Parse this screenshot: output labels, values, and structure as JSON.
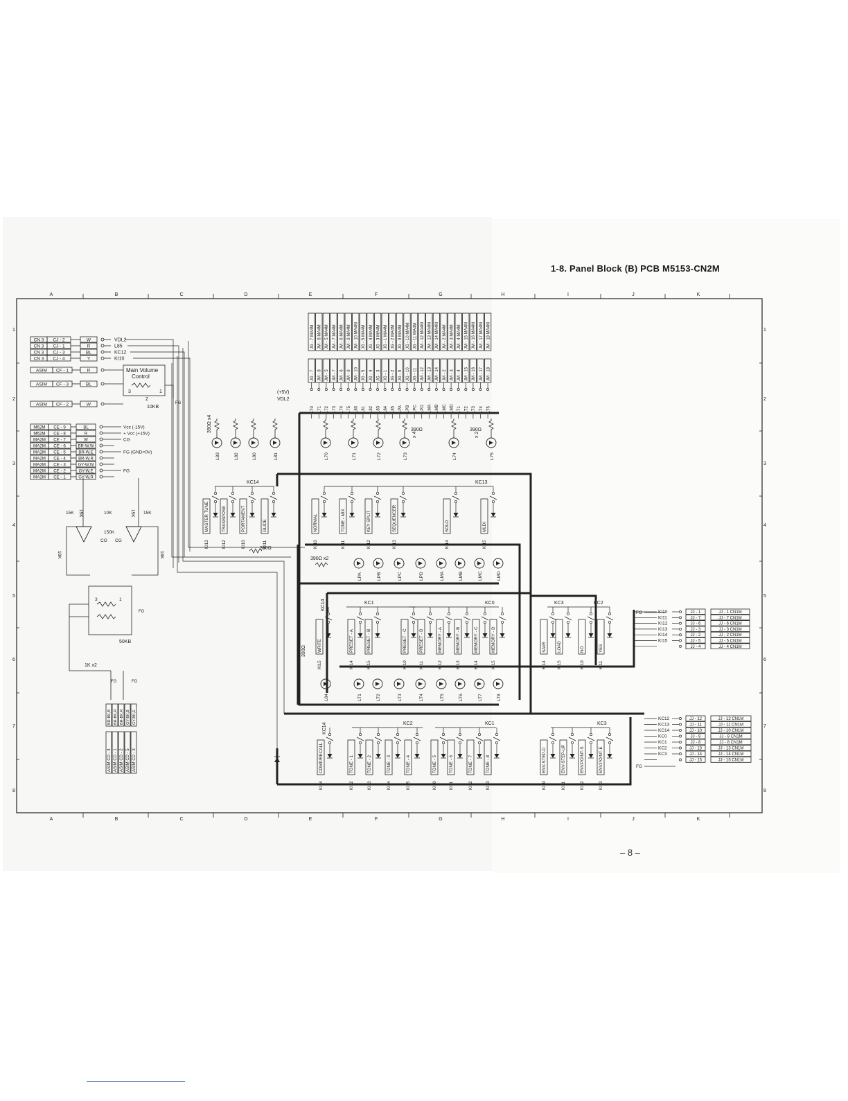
{
  "title": "1-8. Panel Block (B) PCB M5153-CN2M",
  "page_number": "– 8 –",
  "column_labels": [
    "A",
    "B",
    "C",
    "D",
    "E",
    "F",
    "G",
    "H",
    "I",
    "J",
    "K"
  ],
  "row_labels": [
    "1",
    "2",
    "3",
    "4",
    "5",
    "6",
    "7",
    "8"
  ],
  "left_connectors": [
    {
      "conn": "CN 3",
      "pin": "CJ - 2",
      "wire": "W",
      "net": "VDL2"
    },
    {
      "conn": "CN 3",
      "pin": "CJ - 1",
      "wire": "R",
      "net": "L85"
    },
    {
      "conn": "CN 3",
      "pin": "CJ - 3",
      "wire": "BL",
      "net": "KC12"
    },
    {
      "conn": "CN 3",
      "pin": "CJ - 4",
      "wire": "Y",
      "net": "KI10"
    }
  ],
  "volume_connectors": [
    {
      "conn": "ASIM",
      "pin": "CF - 1",
      "wire": "R"
    },
    {
      "conn": "ASIM",
      "pin": "CF - 3",
      "wire": "BL"
    },
    {
      "conn": "ASIM",
      "pin": "CF - 2",
      "wire": "W"
    }
  ],
  "main_volume": {
    "label_1": "Main Volume",
    "label_2": "Control",
    "value": "10KB",
    "fg": "FG"
  },
  "power_connectors": [
    {
      "conn": "M62M",
      "pin": "CE - 9",
      "wire": "BL",
      "net": "Vcc (-15V)"
    },
    {
      "conn": "M62M",
      "pin": "CE - 8",
      "wire": "R",
      "net": "+ Vcc (+15V)"
    },
    {
      "conn": "MA2M",
      "pin": "CE - 7",
      "wire": "W",
      "net": "CG"
    },
    {
      "conn": "MA2M",
      "pin": "CE - 6",
      "wire": "BR-W,W",
      "net": ""
    },
    {
      "conn": "MA2M",
      "pin": "CE - 5",
      "wire": "BR-W,E",
      "net": "FG (GND=0V)"
    },
    {
      "conn": "MA2M",
      "pin": "CE - 4",
      "wire": "BR-W,R",
      "net": ""
    },
    {
      "conn": "MA2M",
      "pin": "CE - 3",
      "wire": "GY-W,W",
      "net": ""
    },
    {
      "conn": "MA2M",
      "pin": "CE - 2",
      "wire": "GY-W,E",
      "net": "FG"
    },
    {
      "conn": "MA2M",
      "pin": "CE - 1",
      "wire": "GY-W,R",
      "net": ""
    }
  ],
  "amp_section": {
    "r1": "15K",
    "r2": "15K",
    "r3": "10K",
    "r4": "15K",
    "r5": "15K",
    "r6": "150K",
    "r7": "18K",
    "r8": "18K",
    "cg": "CG",
    "pot": "50KB",
    "r_out": "1K x2",
    "fg": "FG"
  },
  "bottom_left_connectors": [
    "ASIM CD - 4",
    "ASIM CD - 1",
    "ASIM CD - 2",
    "ASIM CD - 5",
    "ASIM CD - 3"
  ],
  "bottom_left_wires": [
    "BR-BK,B",
    "BR-BK,R",
    "BR-BK,R",
    "GY-BK,B",
    "GY-BK,E"
  ],
  "top_connectors_a": [
    "JG - 7 MA4M",
    "JM - 8 MA4M",
    "JM - 5 MA4M",
    "JM - 7 MA4M",
    "JM - 6 MA4M",
    "JM - 9 MA4M",
    "JM - 10 MA4M",
    "JG - 5 MA4M",
    "JG - 4 MA4M",
    "JG - 3 MA4M",
    "JG - 1 MA4M",
    "JG - 2 MA4M",
    "JG - 9 MA4M",
    "JG - 10 MA4M",
    "JG - 11 MA4M",
    "JM - 12 MA4M",
    "JM - 13 MA4M",
    "JM - 14 MA4M",
    "JM - 2 MA4M",
    "JM - 3 MA4M",
    "JM - 4 MA4M",
    "JM - 15 MA4M",
    "JM - 16 MA4M",
    "JM - 17 MA4M",
    "JM - 18 MA4M"
  ],
  "top_nets": [
    "LT0",
    "L71",
    "L72",
    "L73",
    "L74",
    "L75",
    "L80",
    "L81",
    "L82",
    "L83",
    "L84",
    "L85",
    "LPA",
    "LPB",
    "LPC",
    "LPD",
    "LMA",
    "LMB",
    "LMC",
    "LMD",
    "LT1",
    "LT2",
    "LT3",
    "LT4",
    "LT5"
  ],
  "supply": {
    "label": "(+5V)",
    "net": "VDL2"
  },
  "resistor_labels": [
    "390Ω x4",
    "390Ω x4",
    "390Ω x2",
    "390Ω",
    "390Ω x2",
    "390Ω"
  ],
  "led_row_1": [
    "L83",
    "L82",
    "L80",
    "L81",
    "L70",
    "L71",
    "L72",
    "L73",
    "L74",
    "L75"
  ],
  "switch_row_1_left": {
    "kc": "KC14",
    "keys": [
      {
        "name": "MASTER TUNE",
        "ki": "KI13"
      },
      {
        "name": "TRANSPOSE",
        "ki": "KI12"
      },
      {
        "name": "PORTAMENT",
        "ki": "KI10"
      },
      {
        "name": "GLIDE",
        "ki": "KI11"
      }
    ]
  },
  "switch_row_1_right": {
    "kc": "KC13",
    "keys": [
      {
        "name": "NORMAL",
        "ki": "KI10"
      },
      {
        "name": "TONE - MIX",
        "ki": "KI11"
      },
      {
        "name": "KEY SPLIT",
        "ki": "KI12"
      },
      {
        "name": "SEQUENCER",
        "ki": "KI13"
      },
      {
        "name": "SOLO",
        "ki": "KI14"
      },
      {
        "name": "MLDI",
        "ki": "KI15"
      }
    ]
  },
  "led_row_2": [
    "LPA",
    "LPB",
    "LPC",
    "LPD",
    "LMA",
    "LMB",
    "LMC",
    "LMD"
  ],
  "switch_row_2": {
    "kc_left": "KC14",
    "kc_1": "KC1",
    "kc_0": "KC0",
    "keys": [
      {
        "name": "WRITE",
        "ki": "KI15"
      },
      {
        "name": "PRESET - A",
        "ki": "KI14"
      },
      {
        "name": "PRESET - B",
        "ki": "KI15"
      },
      {
        "name": "PRESET - C",
        "ki": "KI10"
      },
      {
        "name": "PRESET - D",
        "ki": "KI11"
      },
      {
        "name": "MEMORY - A",
        "ki": "KI12"
      },
      {
        "name": "MEMORY - B",
        "ki": "KI13"
      },
      {
        "name": "MEMORY - C",
        "ki": "KI14"
      },
      {
        "name": "MEMORY - D",
        "ki": "KI15"
      }
    ]
  },
  "switch_row_2_right": {
    "kc_3": "KC3",
    "kc_2": "KC2",
    "keys": [
      {
        "name": "SAVE",
        "ki": "KI14"
      },
      {
        "name": "LOAD",
        "ki": "KI15"
      },
      {
        "name": "NO",
        "ki": "KI10"
      },
      {
        "name": "YES",
        "ki": "KI11"
      }
    ]
  },
  "led_row_3": [
    "L84",
    "LT1",
    "LT2",
    "LT3",
    "LT4",
    "LT5",
    "LT6",
    "LT7",
    "LT8"
  ],
  "switch_row_3": {
    "kc_left": "KC14",
    "kc_2": "KC2",
    "kc_1": "KC1",
    "keys": [
      {
        "name": "COMP/RECALL",
        "ki": "KI14"
      },
      {
        "name": "TONE - 1",
        "ki": "KI12"
      },
      {
        "name": "TONE - 2",
        "ki": "KI13"
      },
      {
        "name": "TONE - 3",
        "ki": "KI14"
      },
      {
        "name": "TONE - 4",
        "ki": "KI15"
      },
      {
        "name": "TONE - 5",
        "ki": "KI10"
      },
      {
        "name": "TONE - 6",
        "ki": "KI11"
      },
      {
        "name": "TONE - 7",
        "ki": "KI12"
      },
      {
        "name": "TONE - 8",
        "ki": "KI13"
      }
    ]
  },
  "switch_row_3_right": {
    "kc_3": "KC3",
    "keys": [
      {
        "name": "ENV-STEP-D",
        "ki": "KI10"
      },
      {
        "name": "ENV-STEP-UP",
        "ki": "KI11"
      },
      {
        "name": "ENV.POINT-S",
        "ki": "KI12"
      },
      {
        "name": "ENV.POINT-E",
        "ki": "KI13"
      }
    ]
  },
  "right_connectors_1": [
    {
      "net": "KI10",
      "pin": "JJ - 1",
      "conn": "JJ - 1 CN1M"
    },
    {
      "net": "KI11",
      "pin": "JJ - 7",
      "conn": "JJ - 7 CN1M"
    },
    {
      "net": "KI12",
      "pin": "JJ - 6",
      "conn": "JJ - 6 CN1M"
    },
    {
      "net": "KI13",
      "pin": "JJ - 3",
      "conn": "JJ - 3 CN1M"
    },
    {
      "net": "KI14",
      "pin": "JJ - 2",
      "conn": "JJ - 2 CN1M"
    },
    {
      "net": "KI15",
      "pin": "JJ - 5",
      "conn": "JJ - 5 CN1M"
    },
    {
      "net": "",
      "pin": "JJ - 4",
      "conn": "JJ - 4 CN1M"
    }
  ],
  "right_connectors_2": [
    {
      "net": "KC12",
      "pin": "JJ - 12",
      "conn": "JJ - 12 CN1M"
    },
    {
      "net": "KC13",
      "pin": "JJ - 11",
      "conn": "JJ - 11 CN1M"
    },
    {
      "net": "KC14",
      "pin": "JJ - 10",
      "conn": "JJ - 10 CN1M"
    },
    {
      "net": "KC0",
      "pin": "JJ - 9",
      "conn": "JJ - 9 CN1M"
    },
    {
      "net": "KC1",
      "pin": "JJ - 8",
      "conn": "JJ - 8 CN1M"
    },
    {
      "net": "KC2",
      "pin": "JJ - 13",
      "conn": "JJ - 13 CN1M"
    },
    {
      "net": "KC3",
      "pin": "JJ - 14",
      "conn": "JJ - 14 CN1M"
    },
    {
      "net": "",
      "pin": "JJ - 15",
      "conn": "JJ - 15 CN1M"
    }
  ],
  "fg_label": "FG"
}
